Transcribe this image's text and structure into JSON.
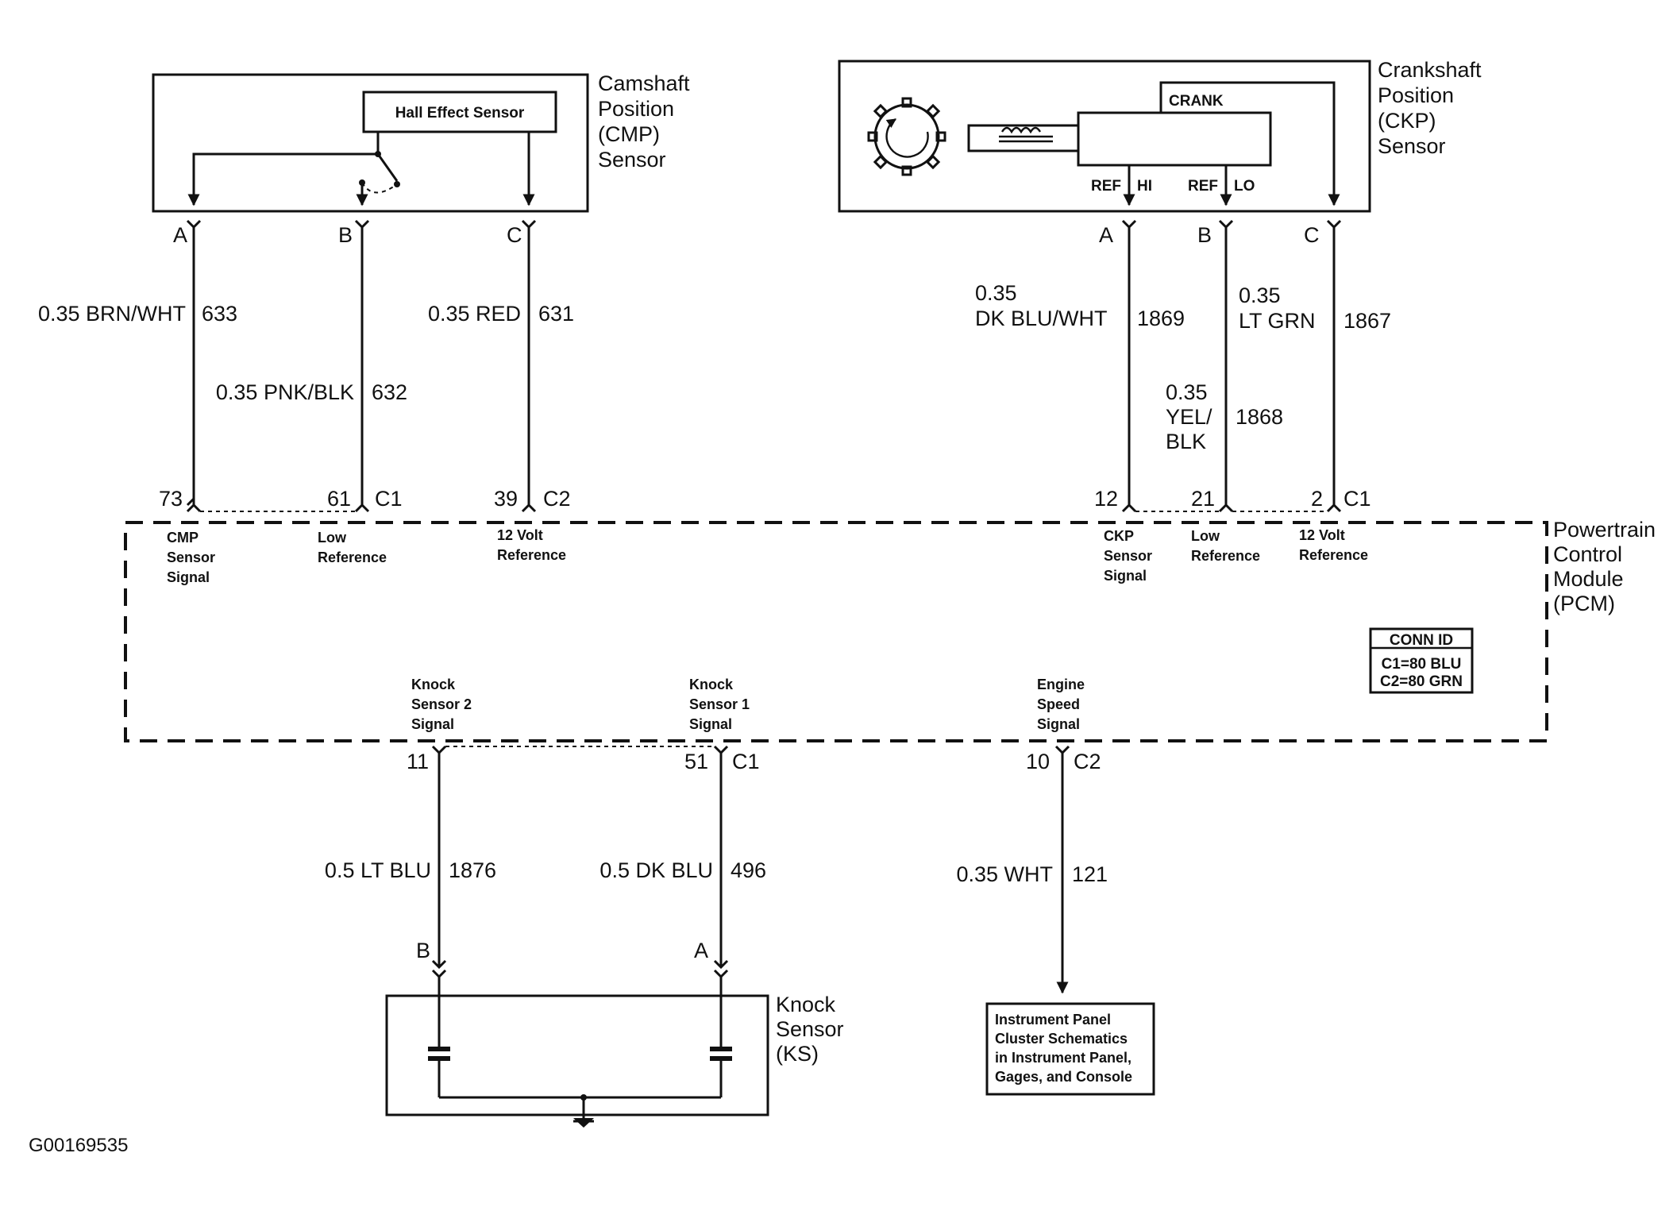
{
  "cmp": {
    "title": [
      "Camshaft",
      "Position",
      "(CMP)",
      "Sensor"
    ],
    "inner": "Hall Effect Sensor",
    "pins": [
      "A",
      "B",
      "C"
    ],
    "wires": [
      {
        "gauge": "0.35 BRN/WHT",
        "circuit": "633"
      },
      {
        "gauge": "0.35 PNK/BLK",
        "circuit": "632"
      },
      {
        "gauge": "0.35 RED",
        "circuit": "631"
      }
    ]
  },
  "ckp": {
    "title": [
      "Crankshaft",
      "Position",
      "(CKP)",
      "Sensor"
    ],
    "crank": "CRANK",
    "ref_hi": [
      "REF",
      "HI"
    ],
    "ref_lo": [
      "REF",
      "LO"
    ],
    "pins": [
      "A",
      "B",
      "C"
    ],
    "wires": [
      {
        "gauge": [
          "0.35",
          "DK BLU/WHT"
        ],
        "circuit": "1869"
      },
      {
        "gauge": [
          "0.35",
          "YEL/",
          "BLK"
        ],
        "circuit": "1868"
      },
      {
        "gauge": [
          "0.35",
          "LT GRN"
        ],
        "circuit": "1867"
      }
    ]
  },
  "pcm": {
    "title": [
      "Powertrain",
      "Control",
      "Module",
      "(PCM)"
    ],
    "top_pins": [
      {
        "num": "73",
        "conn": "",
        "label": [
          "CMP",
          "Sensor",
          "Signal"
        ]
      },
      {
        "num": "61",
        "conn": "C1",
        "label": [
          "Low",
          "Reference"
        ]
      },
      {
        "num": "39",
        "conn": "C2",
        "label": [
          "12 Volt",
          "Reference"
        ]
      },
      {
        "num": "12",
        "conn": "",
        "label": [
          "CKP",
          "Sensor",
          "Signal"
        ]
      },
      {
        "num": "21",
        "conn": "",
        "label": [
          "Low",
          "Reference"
        ]
      },
      {
        "num": "2",
        "conn": "C1",
        "label": [
          "12 Volt",
          "Reference"
        ]
      }
    ],
    "bottom_pins": [
      {
        "num": "11",
        "conn": "",
        "label": [
          "Knock",
          "Sensor 2",
          "Signal"
        ]
      },
      {
        "num": "51",
        "conn": "C1",
        "label": [
          "Knock",
          "Sensor 1",
          "Signal"
        ]
      },
      {
        "num": "10",
        "conn": "C2",
        "label": [
          "Engine",
          "Speed",
          "Signal"
        ]
      }
    ],
    "conn_id": {
      "title": "CONN ID",
      "rows": [
        "C1=80 BLU",
        "C2=80 GRN"
      ]
    }
  },
  "knock": {
    "title": [
      "Knock",
      "Sensor",
      "(KS)"
    ],
    "pins": [
      "B",
      "A"
    ],
    "wires": [
      {
        "gauge": "0.5 LT BLU",
        "circuit": "1876"
      },
      {
        "gauge": "0.5 DK BLU",
        "circuit": "496"
      }
    ]
  },
  "engine_speed_wire": {
    "gauge": "0.35 WHT",
    "circuit": "121"
  },
  "ipc_ref": [
    "Instrument Panel",
    "Cluster Schematics",
    "in Instrument Panel,",
    "Gages, and Console"
  ],
  "figure_id": "G00169535"
}
